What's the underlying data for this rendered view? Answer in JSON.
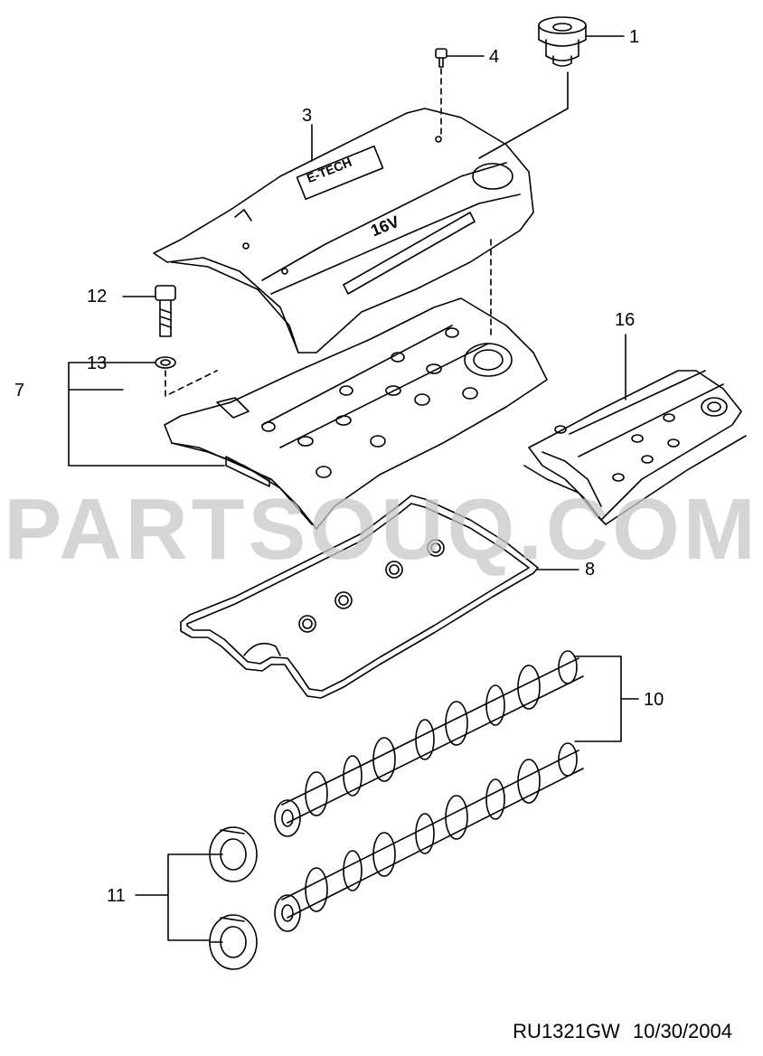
{
  "callouts": [
    "1",
    "3",
    "4",
    "7",
    "8",
    "10",
    "11",
    "12",
    "13",
    "16"
  ],
  "cover_emblem": "E-TECH",
  "cover_badge": "16V",
  "watermark": "PARTSOUQ.COM",
  "footer": {
    "code": "RU1321GW",
    "date": "10/30/2004"
  }
}
